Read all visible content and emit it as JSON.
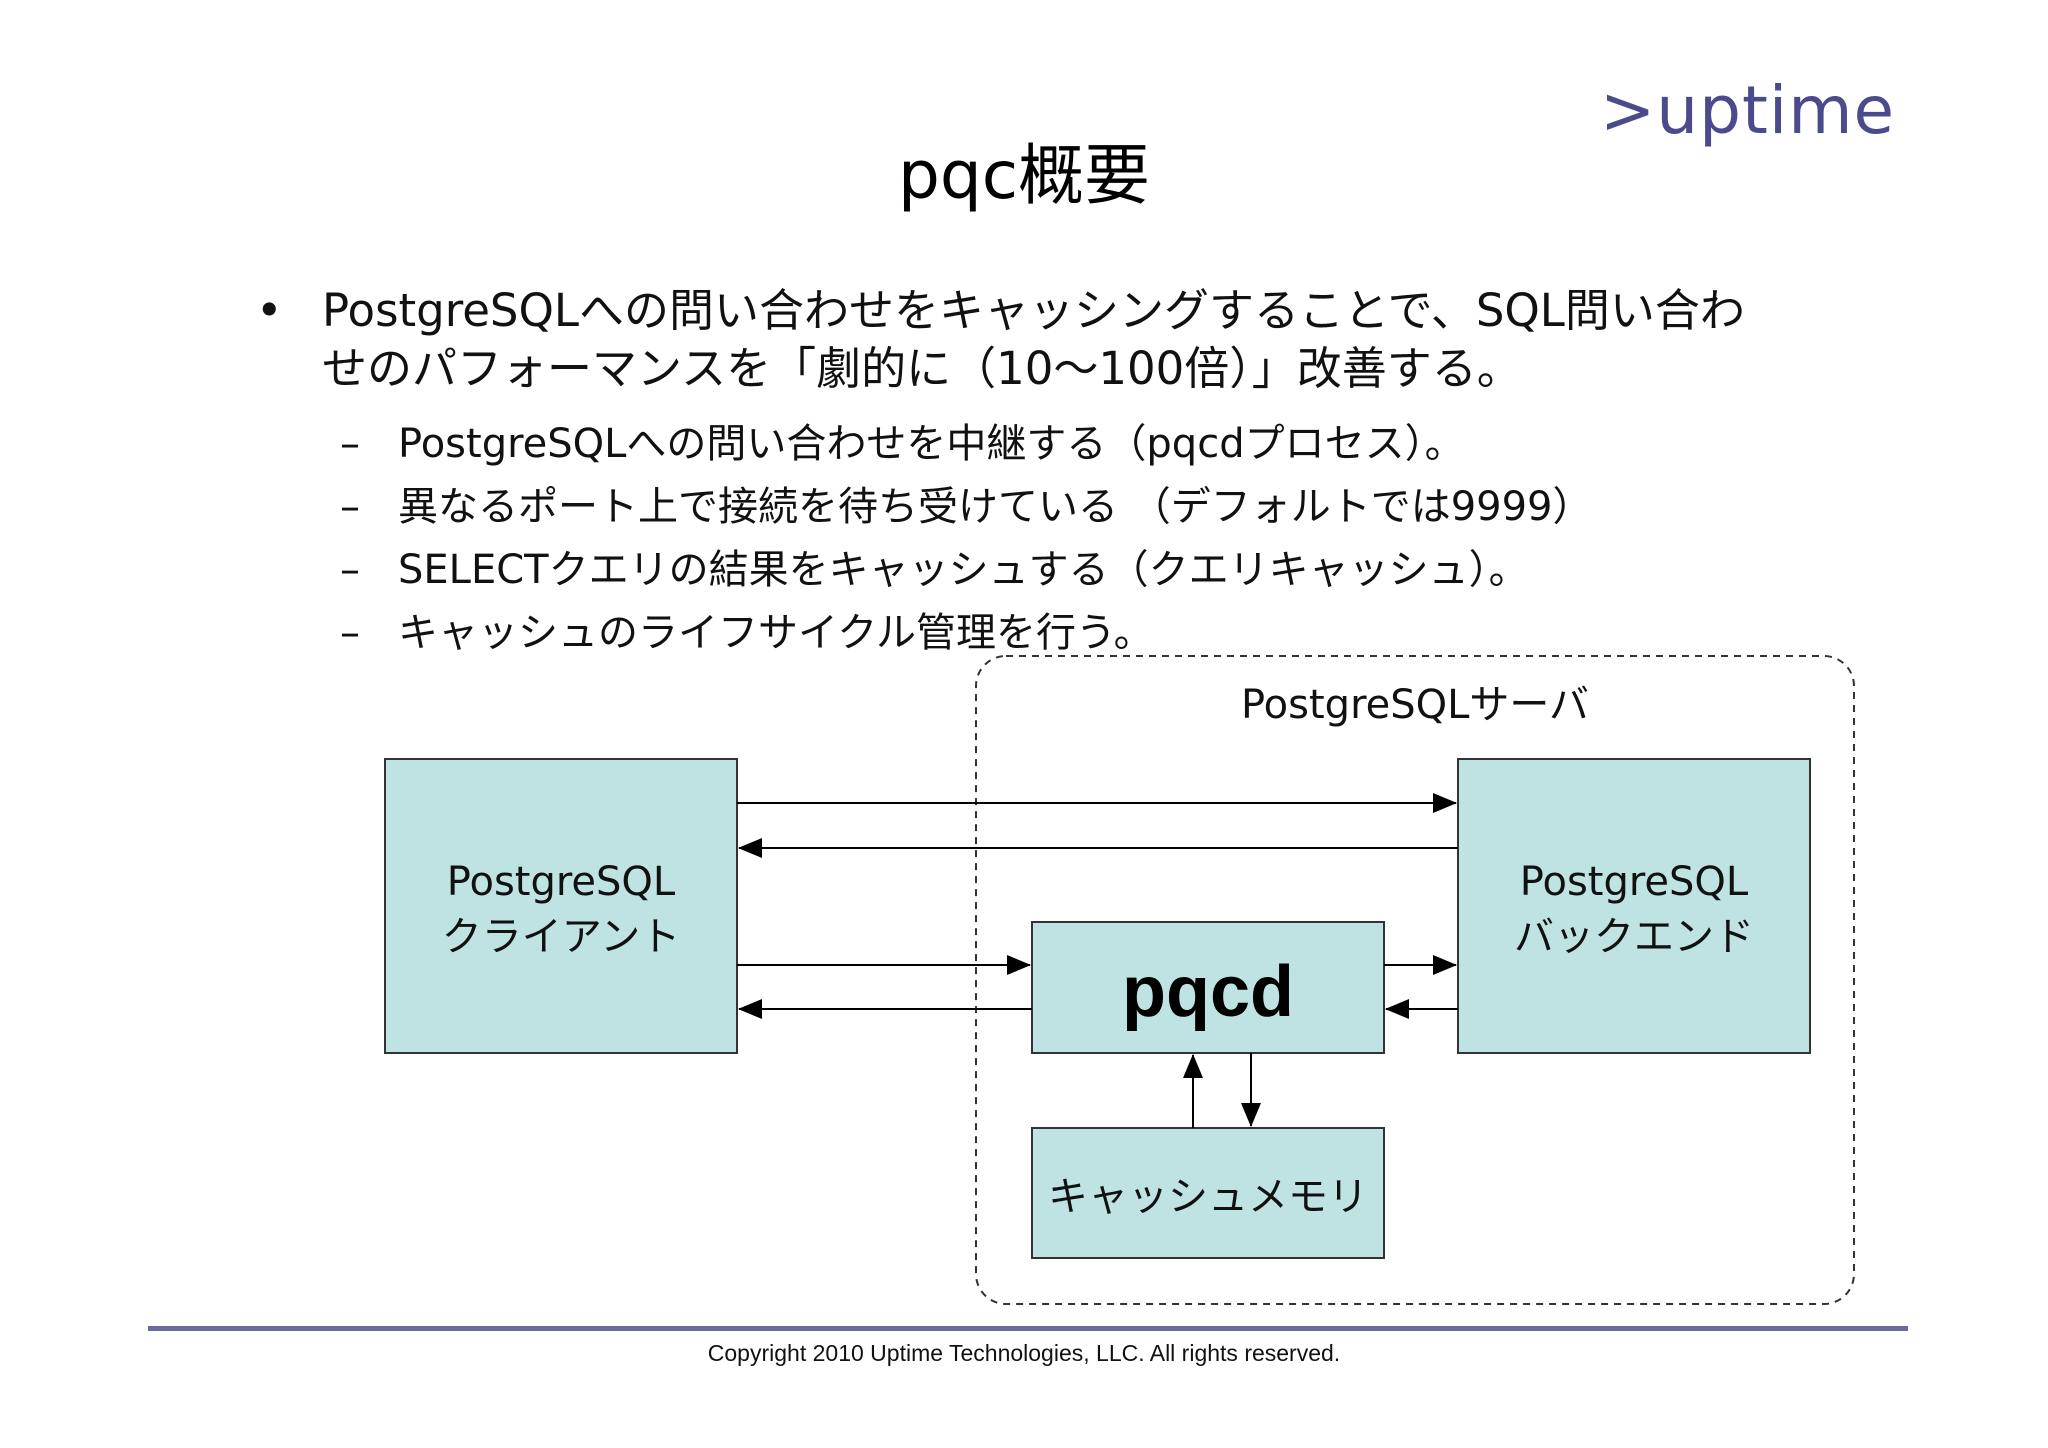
{
  "logo": ">uptime",
  "title": "pqc概要",
  "bullet": {
    "marker": "•",
    "text": "PostgreSQLへの問い合わせをキャッシングすることで、SQL問い合わせのパフォーマンスを「劇的に（10～100倍）」改善する。"
  },
  "sub_items": [
    {
      "marker": "–",
      "text": "PostgreSQLへの問い合わせを中継する（pqcdプロセス）。"
    },
    {
      "marker": "–",
      "text": "異なるポート上で接続を待ち受けている （デフォルトでは9999）"
    },
    {
      "marker": "–",
      "text": "SELECTクエリの結果をキャッシュする（クエリキャッシュ）。"
    },
    {
      "marker": "–",
      "text": "キャッシュのライフサイクル管理を行う。"
    }
  ],
  "diagram": {
    "server_group_label": "PostgreSQLサーバ",
    "client": {
      "line1": "PostgreSQL",
      "line2": "クライアント"
    },
    "backend": {
      "line1": "PostgreSQL",
      "line2": "バックエンド"
    },
    "pqcd": "pqcd",
    "cache": "キャッシュメモリ",
    "box_fill": "#bfe3e3"
  },
  "footer": "Copyright 2010 Uptime Technologies, LLC. All rights reserved."
}
